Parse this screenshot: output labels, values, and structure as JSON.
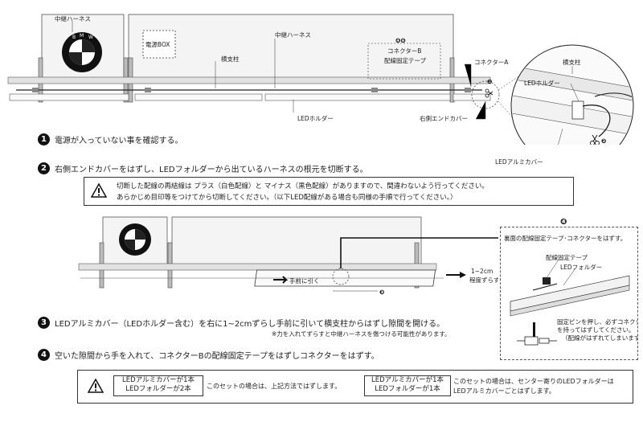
{
  "top_diagram": {
    "labels": {
      "chukei_harness_left": "中継ハーネス",
      "dengen_box": "電源BOX",
      "chukei_harness_center": "中継ハーネス",
      "yokoshichu": "横支柱",
      "connector_b": "コネクターB",
      "wiring_tape": "配線固定テープ",
      "connector_a": "コネクターA",
      "led_holder": "LEDホルダー",
      "right_end_cover": "右側エンドカバー",
      "marker_46": "❹❻",
      "marker_2": "❷"
    }
  },
  "zoom_diagram": {
    "labels": {
      "yokoshichu": "横支柱",
      "led_holder": "LEDホルダー",
      "led_alumi_cover": "LEDアルミカバー",
      "marker_2": "❷"
    }
  },
  "steps": [
    {
      "num": "1",
      "text": "電源が入っていない事を確認する。"
    },
    {
      "num": "2",
      "text": "右側エンドカバーをはずし、LEDフォルダーから出ているハーネスの根元を切断する。"
    },
    {
      "num": "3",
      "text": "LEDアルミカバー（LEDホルダー含む）を右に1~2cmずらし手前に引いて横支柱からはずし隙間を開ける。",
      "note": "※力を入れてずらすと中継ハーネスを傷つける可能性があります。"
    },
    {
      "num": "4",
      "text": "空いた隙間から手を入れて、コネクターBの配線固定テープをはずしコネクターをはずす。"
    }
  ],
  "warning_1": {
    "line1": "切断した配線の再結線は プラス（白色配線）と マイナス（黒色配線）がありますので、間違わないよう行ってください。",
    "line2": "あらかじめ目印等をつけてから切断してください。（以下LED配線がある場合も同様の手順で行ってください。）"
  },
  "mid_diagram": {
    "labels": {
      "pull_forward": "手前に引く",
      "shift": "1~2cm",
      "shift2": "程度ずらす",
      "marker_3": "❸",
      "marker_4": "❹"
    }
  },
  "detail_panel": {
    "title": "裏面の配線固定テープ･コネクターをはずす。",
    "tape": "配線固定テープ",
    "holder": "LEDフォルダー",
    "note1": "固定ピンを押し、必ずコネクター",
    "note2": "を持ってはずしてください。",
    "note3": "（配線がはずれてしまいます。）"
  },
  "warning_2": {
    "case_a_line1": "LEDアルミカバーが1本",
    "case_a_line2": "LEDフォルダーが2本",
    "case_a_desc": "このセットの場合は、上記方法ではずします。",
    "case_b_line1": "LEDアルミカバーが1本",
    "case_b_line2": "LEDフォルダーが1本",
    "case_b_desc1": "このセットの場合は、センター寄りのLEDフォルダーは",
    "case_b_desc2": "LEDアルミカバーごとはずします。"
  }
}
